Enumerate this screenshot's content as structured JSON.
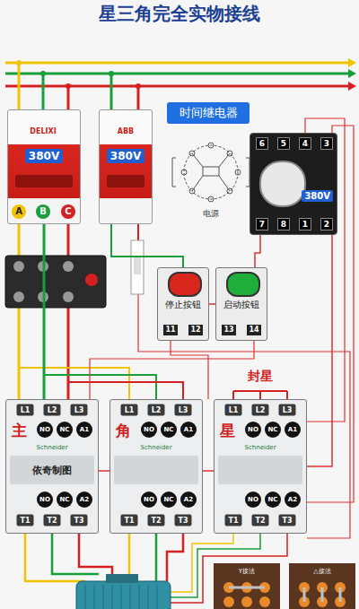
{
  "diagram": {
    "title": "星三角完全实物接线",
    "nodes": [
      {
        "text": [
          "380V"
        ]
      },
      {
        "text": [
          "380V"
        ]
      },
      {
        "text": [
          "时间继电器"
        ]
      },
      {
        "text": [
          "380V"
        ]
      },
      {
        "text": [
          "停止按钮"
        ]
      },
      {
        "text": [
          "启动按钮"
        ]
      },
      {
        "text": [
          "主"
        ]
      },
      {
        "text": [
          "角"
        ]
      },
      {
        "text": [
          "星"
        ]
      }
    ],
    "edges": [
      {
        "from": 0,
        "to": 6,
        "arrow": "none"
      },
      {
        "from": 1,
        "to": 4,
        "arrow": "none"
      },
      {
        "from": 4,
        "to": 5,
        "arrow": "none"
      },
      {
        "from": 5,
        "to": 3,
        "arrow": "none"
      },
      {
        "from": 3,
        "to": 8,
        "arrow": "none"
      },
      {
        "from": 6,
        "to": 7,
        "arrow": "none"
      },
      {
        "from": 7,
        "to": 8,
        "arrow": "none"
      }
    ],
    "labels": [
      "DELIXI",
      "ABB",
      "A",
      "B",
      "C",
      "6",
      "5",
      "4",
      "3",
      "7",
      "8",
      "1",
      "2",
      "电源",
      "11",
      "12",
      "13",
      "14",
      "封星",
      "L1",
      "L2",
      "L3",
      "NO",
      "NC",
      "A1",
      "Schneider",
      "NO",
      "NC",
      "A2",
      "T1",
      "T2",
      "T3",
      "L1",
      "L2",
      "L3",
      "NO",
      "NC",
      "A1",
      "Schneider",
      "NO",
      "NC",
      "A2",
      "T1",
      "T2",
      "T3",
      "L1",
      "L2",
      "L3",
      "NO",
      "NC",
      "A1",
      "Schneider",
      "NO",
      "NC",
      "A2",
      "T1",
      "T2",
      "T3",
      "依奇制图",
      "Y接法",
      "△接法"
    ]
  }
}
